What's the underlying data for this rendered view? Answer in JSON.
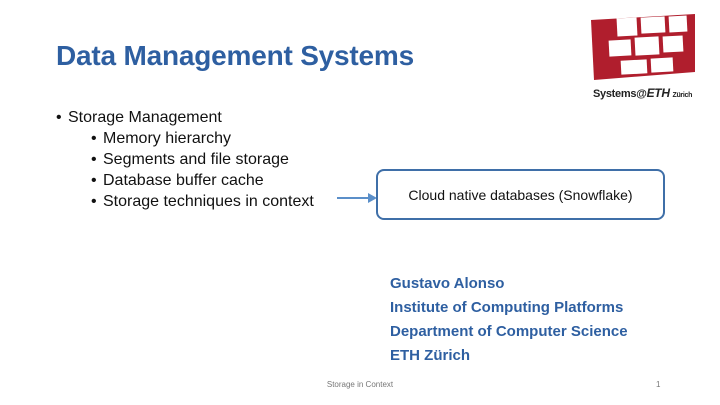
{
  "slide": {
    "title": "Data Management Systems",
    "bullets": {
      "main": "Storage Management",
      "sub": [
        "Memory hierarchy",
        "Segments and file storage",
        "Database buffer cache",
        "Storage techniques in context"
      ]
    },
    "callout": "Cloud native databases (Snowflake)",
    "author": {
      "name": "Gustavo Alonso",
      "institute": "Institute of Computing Platforms",
      "department": "Department of Computer Science",
      "university": "ETH Zürich"
    },
    "footer": "Storage in Context",
    "page_number": "1",
    "logo": {
      "systems": "Systems",
      "at": "@",
      "eth": "ETH",
      "zurich": "Zürich"
    }
  },
  "colors": {
    "title": "#2e5fa1",
    "box_border": "#3f6fa8",
    "arrow": "#5b8fc9",
    "logo_red": "#b01e2d"
  }
}
